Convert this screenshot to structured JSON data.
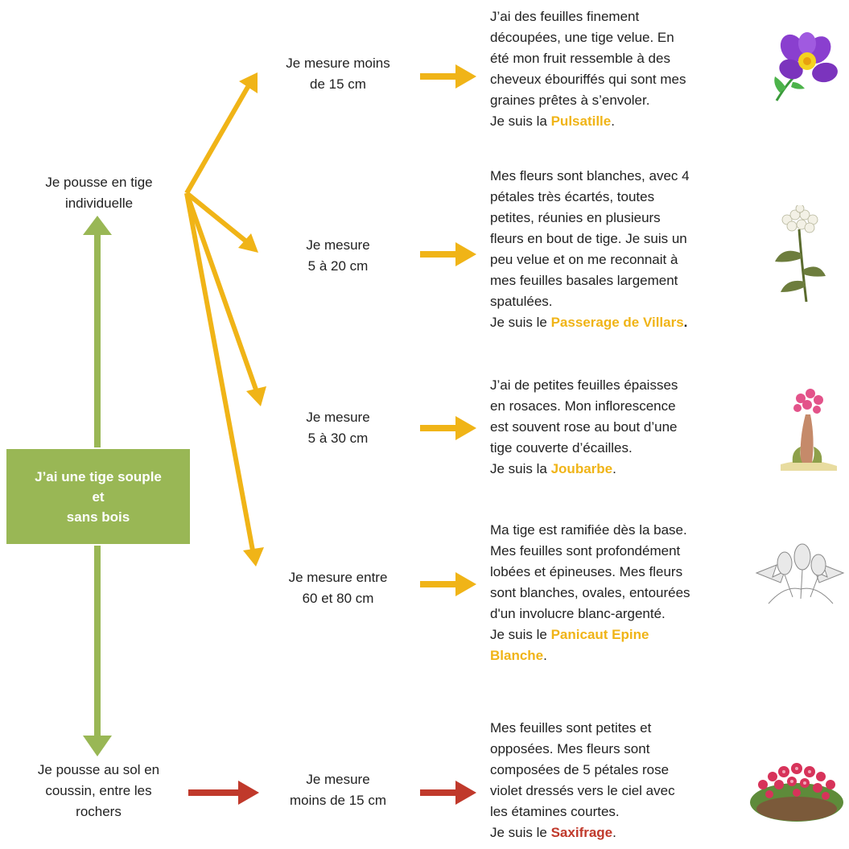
{
  "root": {
    "line1": "J’ai une tige souple",
    "line2": "et",
    "line3": "sans bois"
  },
  "branches": {
    "individual": {
      "line1": "Je pousse en tige",
      "line2": "individuelle"
    },
    "cushion": {
      "line1": "Je pousse au sol en",
      "line2": "coussin, entre les",
      "line3": "rochers"
    }
  },
  "sizes": [
    {
      "line1": "Je mesure moins",
      "line2": "de 15 cm"
    },
    {
      "line1": "Je  mesure",
      "line2": "5 à 20 cm"
    },
    {
      "line1": "Je  mesure",
      "line2": "5 à 30 cm"
    },
    {
      "line1": "Je mesure entre",
      "line2": "60 et 80 cm"
    },
    {
      "line1": "Je mesure",
      "line2": "moins de 15 cm"
    }
  ],
  "descriptions": [
    {
      "lines": [
        "J’ai des feuilles finement",
        "découpées, une tige velue. En",
        "été mon fruit ressemble à des",
        "cheveux ébouriffés qui sont mes",
        "graines prêtes à s’envoler."
      ],
      "prefix": "Je suis la ",
      "name": "Pulsatille",
      "suffix": "."
    },
    {
      "lines": [
        "Mes fleurs sont blanches, avec 4",
        "pétales très écartés, toutes",
        "petites, réunies en plusieurs",
        "fleurs en bout de tige. Je suis un",
        "peu velue et on me reconnait à",
        "mes feuilles basales largement",
        "spatulées."
      ],
      "prefix": "Je suis le ",
      "name": "Passerage de Villars",
      "suffix": "."
    },
    {
      "lines": [
        "J’ai de petites feuilles épaisses",
        "en rosaces. Mon inflorescence",
        "est souvent rose au bout d’une",
        "tige couverte d’écailles."
      ],
      "prefix": "Je suis la ",
      "name": "Joubarbe",
      "suffix": "."
    },
    {
      "lines": [
        "Ma tige est ramifiée dès la base.",
        "Mes feuilles sont profondément",
        "lobées et épineuses. Mes fleurs",
        "sont blanches, ovales, entourées",
        "d'un involucre blanc-argenté."
      ],
      "prefix": "Je suis le ",
      "name_line1": "Panicaut Epine",
      "name_line2": "Blanche",
      "suffix": "."
    },
    {
      "lines": [
        "Mes feuilles sont petites et",
        "opposées. Mes fleurs sont",
        "composées de 5 pétales rose",
        "violet dressés vers le ciel avec",
        "les étamines courtes."
      ],
      "prefix": "Je suis le ",
      "name": "Saxifrage",
      "suffix": "."
    }
  ],
  "colors": {
    "green": "#99b755",
    "yellow": "#f0b417",
    "red": "#c0392b"
  },
  "icons": [
    "pulsatille-illustration",
    "passerage-illustration",
    "joubarbe-illustration",
    "panicaut-illustration",
    "saxifrage-illustration"
  ]
}
